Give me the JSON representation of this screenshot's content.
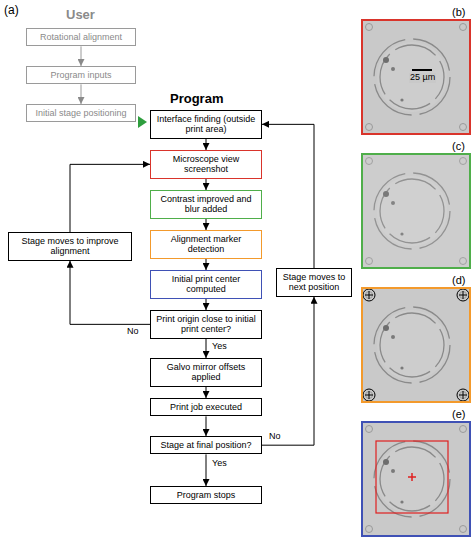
{
  "diagram": {
    "nodes": [
      {
        "text": [
          "Rotational alignment"
        ]
      },
      {
        "text": [
          "Program inputs"
        ]
      },
      {
        "text": [
          "Initial stage positioning"
        ]
      },
      {
        "text": [
          "Interface finding (outside print area)"
        ]
      },
      {
        "text": [
          "Microscope view screenshot"
        ]
      },
      {
        "text": [
          "Contrast improved and blur added"
        ]
      },
      {
        "text": [
          "Alignment marker detection"
        ]
      },
      {
        "text": [
          "Initial print center computed"
        ]
      },
      {
        "text": [
          "Print origin close to initial print center?"
        ]
      },
      {
        "text": [
          "Stage moves to improve alignment"
        ]
      },
      {
        "text": [
          "Galvo mirror offsets applied"
        ]
      },
      {
        "text": [
          "Print job executed"
        ]
      },
      {
        "text": [
          "Stage at final position?"
        ]
      },
      {
        "text": [
          "Stage moves to next position"
        ]
      },
      {
        "text": [
          "Program stops"
        ]
      }
    ],
    "edges": [
      {
        "from": 0,
        "to": 1,
        "arrow": "to"
      },
      {
        "from": 1,
        "to": 2,
        "arrow": "to"
      },
      {
        "from": 3,
        "to": 4,
        "arrow": "to"
      },
      {
        "from": 4,
        "to": 5,
        "arrow": "to"
      },
      {
        "from": 5,
        "to": 6,
        "arrow": "to"
      },
      {
        "from": 6,
        "to": 7,
        "arrow": "to"
      },
      {
        "from": 7,
        "to": 8,
        "arrow": "to"
      },
      {
        "from": 8,
        "to": 9,
        "label": "No",
        "arrow": "to"
      },
      {
        "from": 9,
        "to": 4,
        "arrow": "to"
      },
      {
        "from": 8,
        "to": 10,
        "label": "Yes",
        "arrow": "to"
      },
      {
        "from": 10,
        "to": 11,
        "arrow": "to"
      },
      {
        "from": 11,
        "to": 12,
        "arrow": "to"
      },
      {
        "from": 12,
        "to": 13,
        "label": "No",
        "arrow": "to"
      },
      {
        "from": 13,
        "to": 3,
        "arrow": "to"
      },
      {
        "from": 12,
        "to": 14,
        "label": "Yes",
        "arrow": "to"
      }
    ],
    "labels": [
      "(a)",
      "User",
      "Program",
      "(b)",
      "25 µm",
      "(c)",
      "(d)",
      "(e)"
    ]
  }
}
